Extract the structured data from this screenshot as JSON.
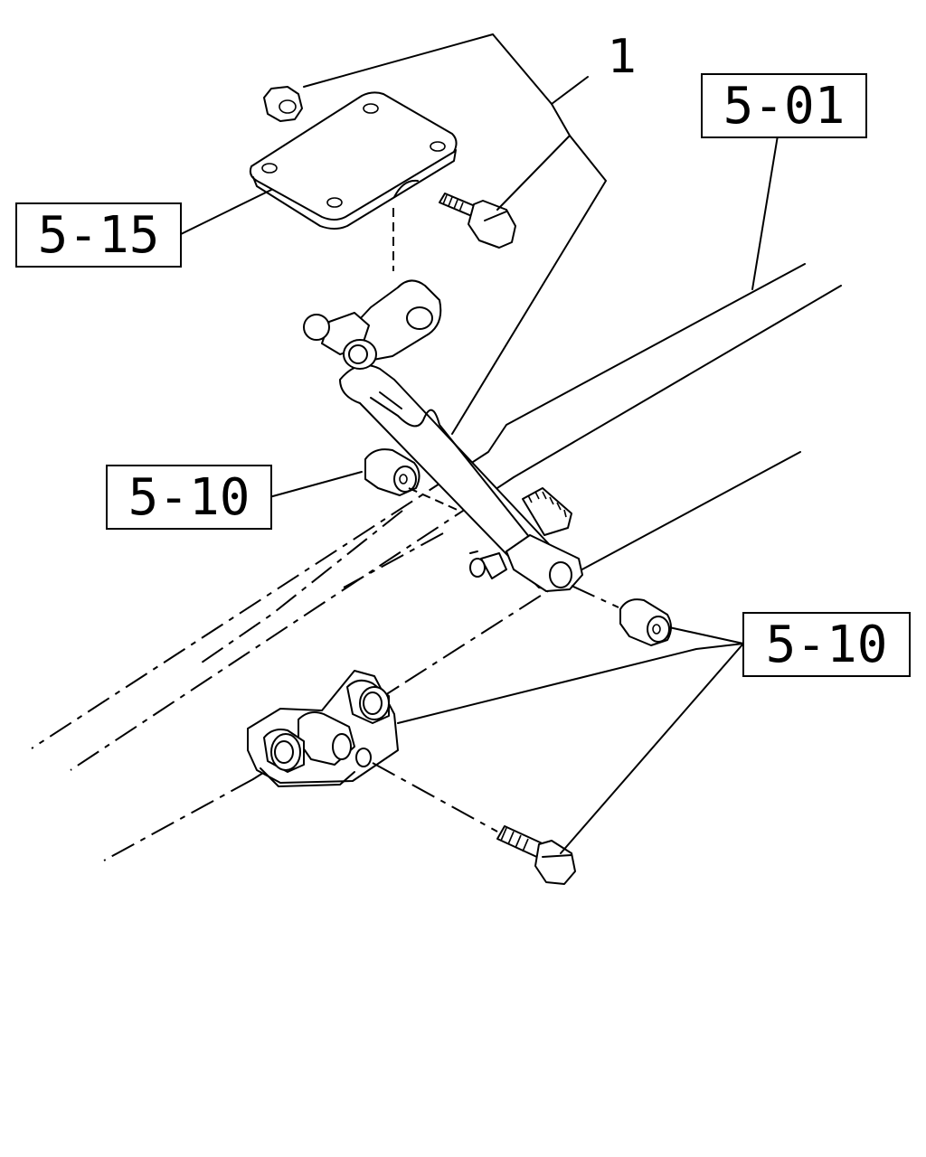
{
  "callouts": {
    "item_number": "1",
    "ref_frame": "5-01",
    "ref_mount_plate": "5-15",
    "ref_bushing_upper": "5-10",
    "ref_bushing_lower": "5-10"
  }
}
